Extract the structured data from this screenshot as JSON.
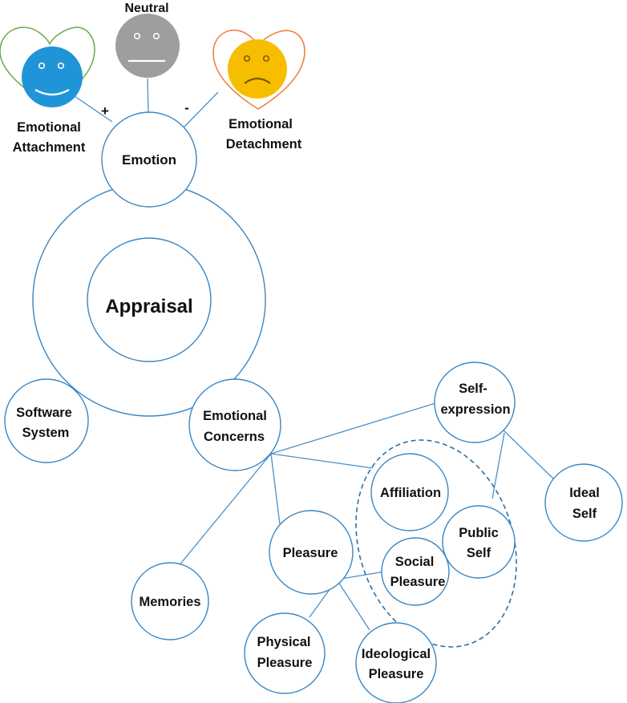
{
  "colors": {
    "line": "#4a90c8",
    "happy_face": "#1f95d8",
    "neutral_face": "#9e9e9e",
    "sad_face": "#f7be00",
    "attachment_heart": "#6aaa48",
    "detachment_heart": "#ee7b38"
  },
  "faces": {
    "neutral": "Neutral",
    "attachment_line1": "Emotional",
    "attachment_line2": "Attachment",
    "detachment_line1": "Emotional",
    "detachment_line2": "Detachment",
    "plus": "+",
    "minus": "-"
  },
  "nodes": {
    "emotion": "Emotion",
    "appraisal": "Appraisal",
    "software_1": "Software",
    "software_2": "System",
    "concerns_1": "Emotional",
    "concerns_2": "Concerns",
    "selfexp_1": "Self-",
    "selfexp_2": "expression",
    "affiliation": "Affiliation",
    "ideal_1": "Ideal",
    "ideal_2": "Self",
    "public_1": "Public",
    "public_2": "Self",
    "pleasure": "Pleasure",
    "social_1": "Social",
    "social_2": "Pleasure",
    "memories": "Memories",
    "physical_1": "Physical",
    "physical_2": "Pleasure",
    "ideological_1": "Ideological",
    "ideological_2": "Pleasure"
  }
}
